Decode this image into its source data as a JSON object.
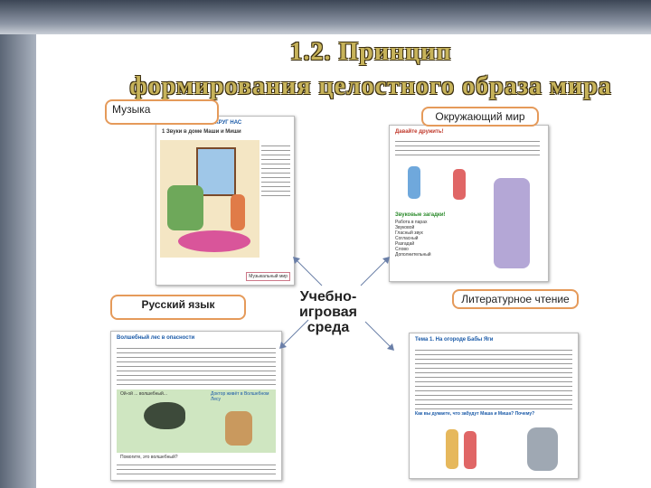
{
  "title": {
    "line1": "1.2. Принцип",
    "line2": "формирования целостного образа мира"
  },
  "labels": {
    "music": "Музыка",
    "world": "Окружающий мир",
    "russian": "Русский язык",
    "literature": "Литературное чтение",
    "center_line1": "Учебно-",
    "center_line2": "игровая среда"
  },
  "music_page": {
    "header": "ЧАСТЬ 1. ЗВУКИ ВОКРУГ НАС",
    "lesson": "1  Звуки в доме Маши и Миши",
    "caption": "Музыкальный мир"
  },
  "world_page": {
    "header": "Давайте дружить!",
    "subheader": "Звуковые загадки!",
    "list": [
      "Работа в парах",
      "Звуковой",
      "Гласный звук",
      "Согласный",
      "Разгадай",
      "Слово",
      "Дополнительный"
    ]
  },
  "russian_page": {
    "header": "Волшебный лес в опасности",
    "bubble1": "Ой-ой ... волшебный...",
    "bubble2": "Доктор живёт в Волшебном Лесу",
    "caption": "Помогите, это волшебный?"
  },
  "literature_page": {
    "header": "Тема 1. На огороде Бабы Яги",
    "question": "Как вы думаете, что забудут Маша и Миша? Почему?"
  },
  "colors": {
    "title_fill": "#c7b35a",
    "label_border": "#e59a5a",
    "heading_blue": "#1a5aa8"
  }
}
